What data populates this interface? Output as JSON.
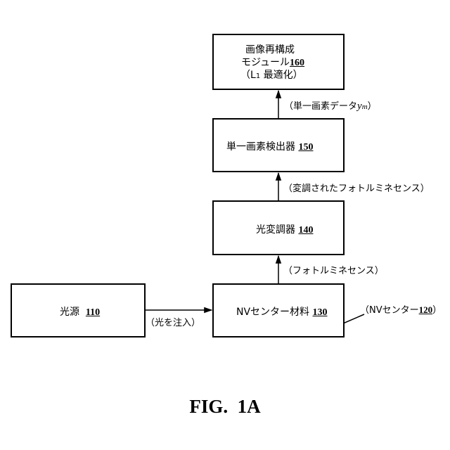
{
  "boxes": {
    "reconstruction": {
      "line1": "画像再構成",
      "line2_text": "モジュール",
      "num": "160",
      "line3_open": "（L",
      "line3_sub": "1",
      "line3_rest": " 最適化）"
    },
    "detector": {
      "text": "単一画素検出器",
      "num": "150"
    },
    "modulator": {
      "text": "光変調器",
      "num": "140"
    },
    "nv_material": {
      "text": "NVセンター材料",
      "num": "130"
    },
    "light_source": {
      "text": "光源",
      "num": "110"
    }
  },
  "edge_labels": {
    "single_pixel_data": "（単一画素データ",
    "single_pixel_data_var": "y",
    "single_pixel_data_sub": "m",
    "single_pixel_data_close": "）",
    "modulated_photoluminescence": "（変調されたフォトルミネセンス）",
    "photoluminescence": "（フォトルミネセンス）",
    "inject_light": "（光を注入）"
  },
  "callout": {
    "text": "（NVセンター",
    "num": "120",
    "close": "）"
  },
  "figure_caption": "FIG.  1A"
}
